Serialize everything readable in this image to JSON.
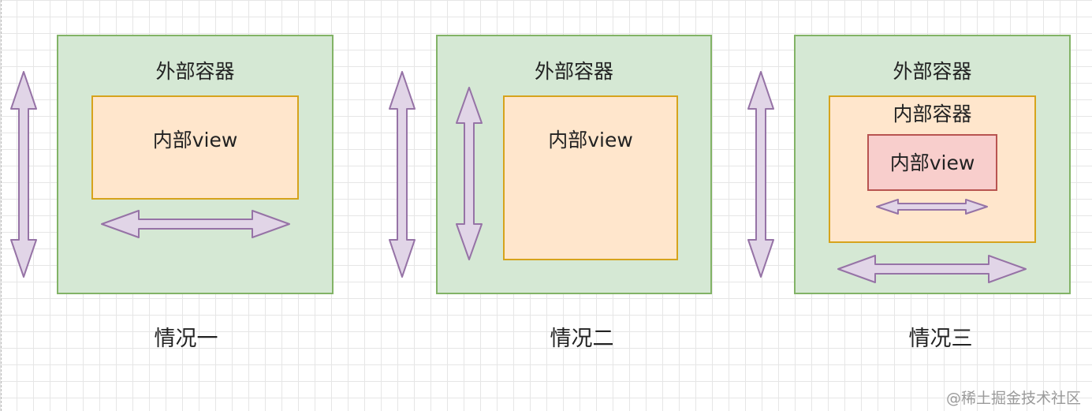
{
  "cases": [
    {
      "caption": "情况一",
      "outer_label": "外部容器",
      "inner_label": "内部view"
    },
    {
      "caption": "情况二",
      "outer_label": "外部容器",
      "inner_label": "内部view"
    },
    {
      "caption": "情况三",
      "outer_label": "外部容器",
      "middle_label": "内部容器",
      "inner_label": "内部view"
    }
  ],
  "watermark": "@稀土掘金技术社区",
  "colors": {
    "outer_fill": "#d5e8d4",
    "outer_stroke": "#82b366",
    "inner_fill": "#ffe6cc",
    "inner_stroke": "#d6a31c",
    "innermost_fill": "#f8cecc",
    "innermost_stroke": "#b85450",
    "arrow_fill": "#e1d5e7",
    "arrow_stroke": "#9673a6"
  }
}
